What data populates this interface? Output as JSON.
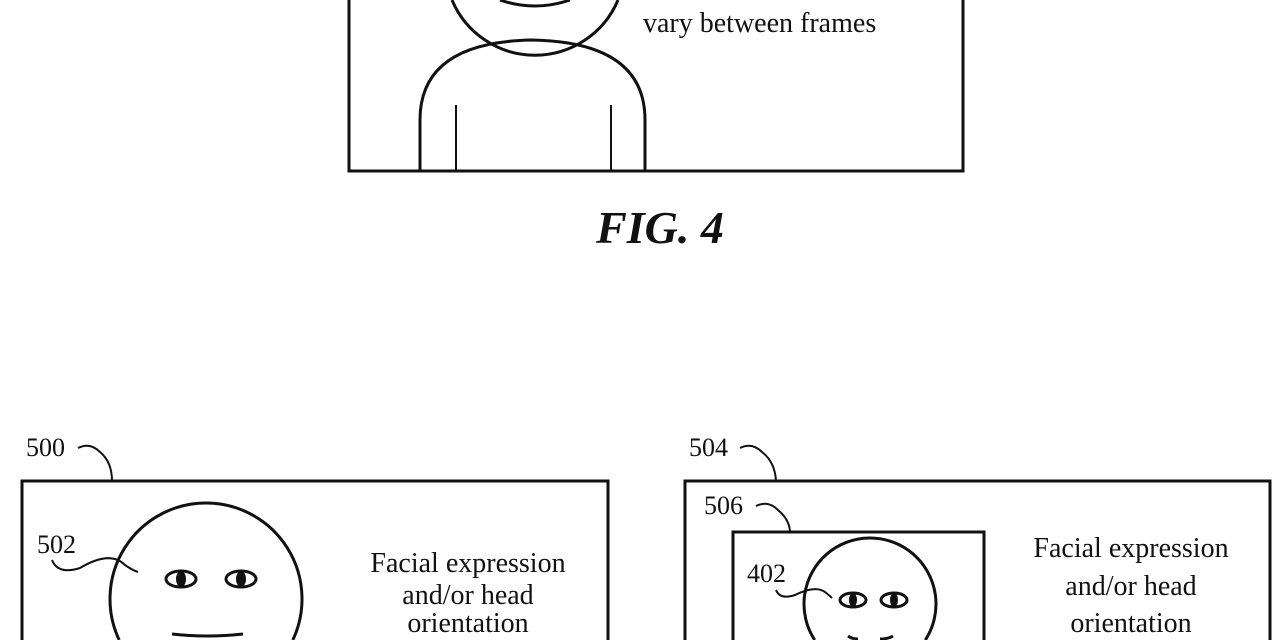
{
  "figure4": {
    "caption_text": "vary between frames",
    "title": "FIG. 4"
  },
  "figure5_left": {
    "frame_label": "500",
    "face_label": "502",
    "text_lines": [
      "Facial expression",
      "and/or head",
      "orientation"
    ]
  },
  "figure5_right": {
    "frame_label": "504",
    "inset_label": "506",
    "face_label": "402",
    "text_lines": [
      "Facial expression",
      "and/or head",
      "orientation"
    ]
  }
}
